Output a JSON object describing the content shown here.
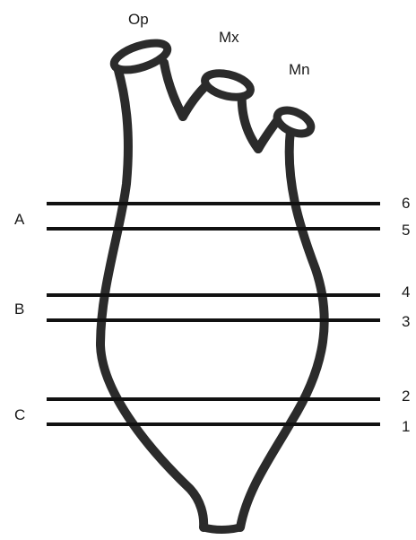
{
  "branch_labels": {
    "op": "Op",
    "mx": "Mx",
    "mn": "Mn"
  },
  "section_labels": {
    "a": "A",
    "b": "B",
    "c": "C"
  },
  "line_numbers": {
    "n6": "6",
    "n5": "5",
    "n4": "4",
    "n3": "3",
    "n2": "2",
    "n1": "1"
  },
  "colors": {
    "outline": "#2b2b2b",
    "lines": "#111111",
    "background": "#ffffff"
  }
}
